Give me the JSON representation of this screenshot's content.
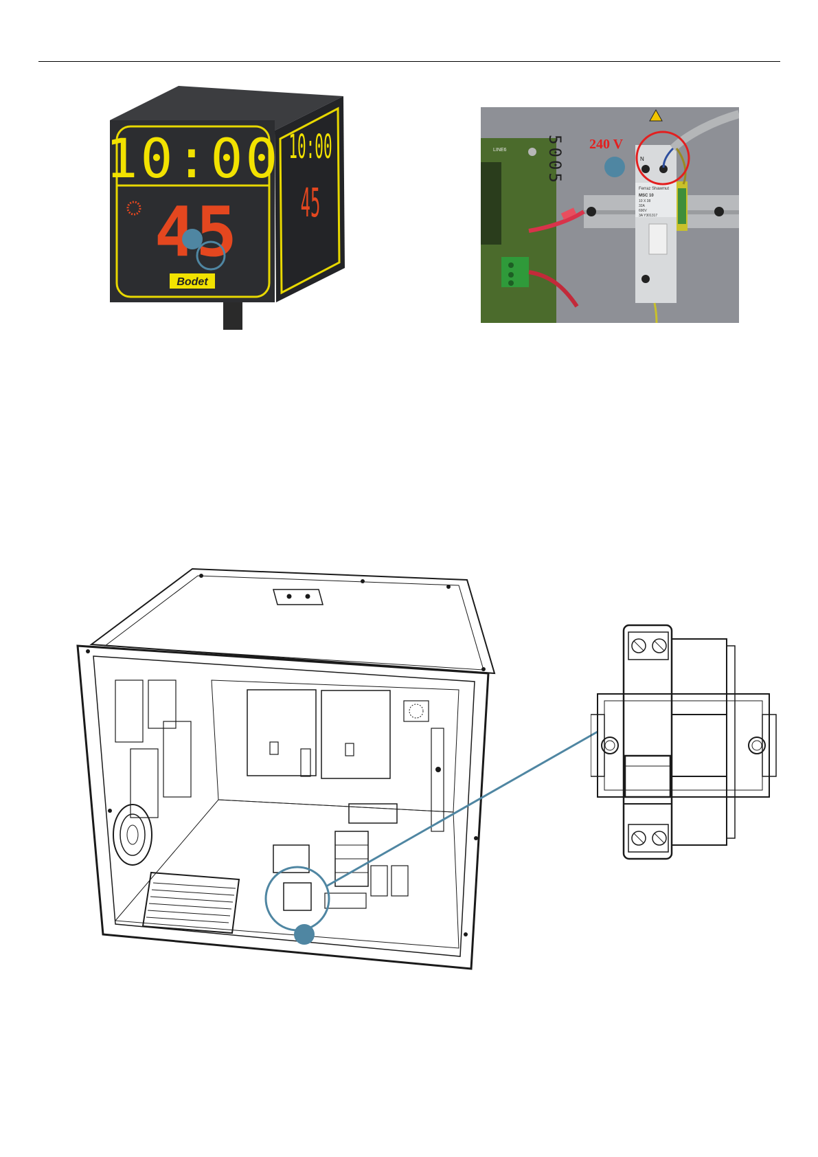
{
  "scoreboard": {
    "time": "10:00",
    "shot_clock": "45",
    "brand": "Bodet",
    "colors": {
      "time": "#f2e200",
      "shot": "#e4471f",
      "frame": "#e8d800",
      "body": "#2c2d30"
    }
  },
  "photo": {
    "voltage_label": "240 V",
    "board_label": "LINE6",
    "fuse_brand": "Ferraz Shawmut",
    "fuse_model": "MSC 10",
    "fuse_specs": [
      "10 X 38",
      "32A",
      "690V",
      "3A Y301317"
    ],
    "terminal_n": "N",
    "colors": {
      "voltage": "#e31f1f",
      "marker_circle": "#e31f1f"
    }
  },
  "callout": {
    "marker_color": "#4f86a2"
  }
}
